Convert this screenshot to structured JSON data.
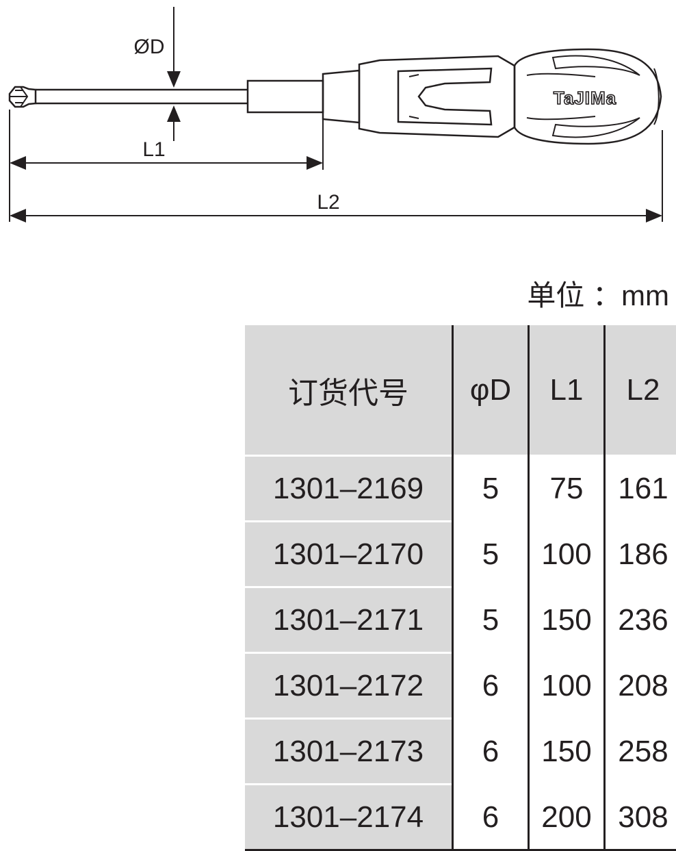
{
  "diagram": {
    "label_diameter": "ØD",
    "label_l1": "L1",
    "label_l2": "L2",
    "brand_logo": "TaJIMa"
  },
  "unit_label": "单位 ：mm",
  "table": {
    "headers": [
      "订货代号",
      "φD",
      "L1",
      "L2"
    ],
    "rows": [
      [
        "1301–2169",
        "5",
        "75",
        "161"
      ],
      [
        "1301–2170",
        "5",
        "100",
        "186"
      ],
      [
        "1301–2171",
        "5",
        "150",
        "236"
      ],
      [
        "1301–2172",
        "6",
        "100",
        "208"
      ],
      [
        "1301–2173",
        "6",
        "150",
        "258"
      ],
      [
        "1301–2174",
        "6",
        "200",
        "308"
      ]
    ]
  },
  "colors": {
    "line": "#231f20",
    "header_fill": "#d9d9d9"
  }
}
